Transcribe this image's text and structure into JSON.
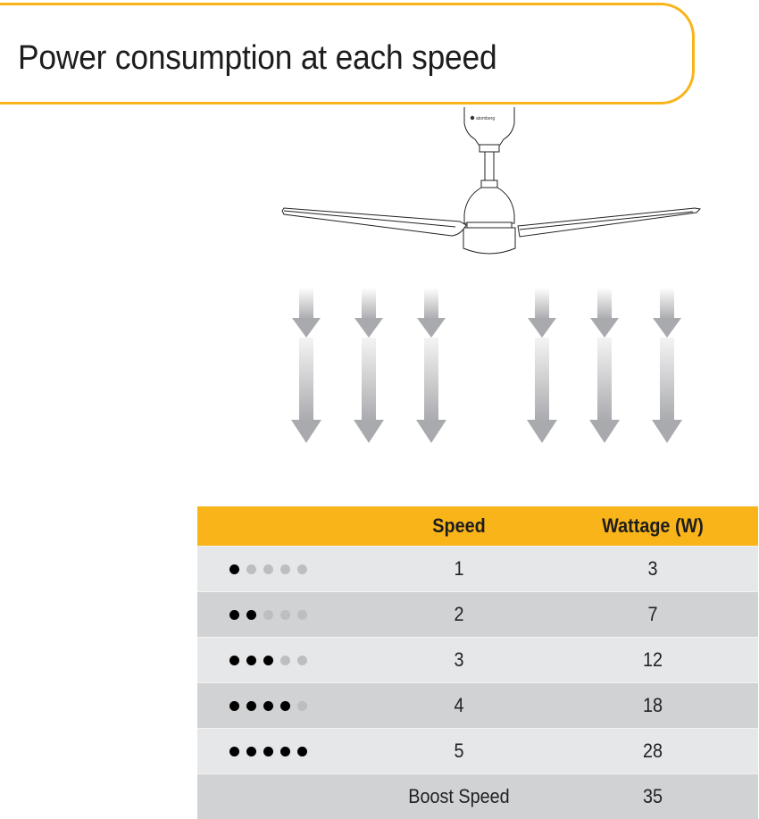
{
  "header": {
    "title": "Power consumption at each speed",
    "accent_color": "#F9B41A"
  },
  "illustration": {
    "subject": "ceiling-fan",
    "brand_label": "atomberg",
    "airflow_arrows": 6
  },
  "table": {
    "header_color": "#F9B41A",
    "row_colors": [
      "#E6E7E8",
      "#D1D2D4"
    ],
    "columns": [
      "",
      "Speed",
      "Wattage (W)"
    ],
    "rows": [
      {
        "indicator_filled": 1,
        "indicator_total": 5,
        "speed": "1",
        "wattage": "3"
      },
      {
        "indicator_filled": 2,
        "indicator_total": 5,
        "speed": "2",
        "wattage": "7"
      },
      {
        "indicator_filled": 3,
        "indicator_total": 5,
        "speed": "3",
        "wattage": "12"
      },
      {
        "indicator_filled": 4,
        "indicator_total": 5,
        "speed": "4",
        "wattage": "18"
      },
      {
        "indicator_filled": 5,
        "indicator_total": 5,
        "speed": "5",
        "wattage": "28"
      },
      {
        "indicator_filled": 0,
        "indicator_total": 0,
        "speed": "Boost Speed",
        "wattage": "35"
      }
    ]
  }
}
